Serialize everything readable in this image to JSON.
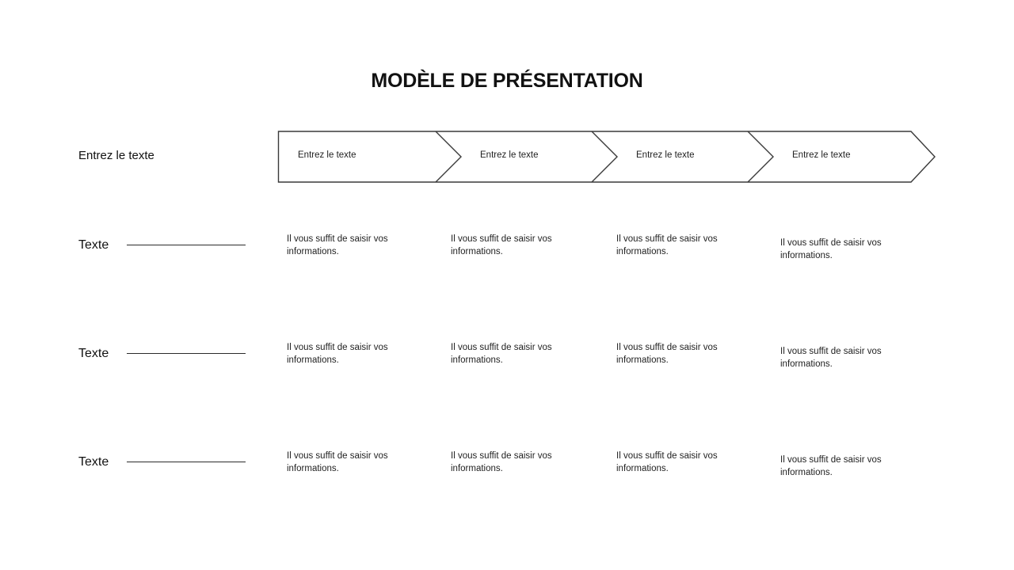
{
  "slide": {
    "title": "MODÈLE DE PRÉSENTATION",
    "background_color": "#ffffff",
    "text_color": "#111111",
    "line_color": "#3a3a3a"
  },
  "header": {
    "left_label": "Entrez le texte"
  },
  "process_band": {
    "steps": [
      {
        "label": "Entrez le texte"
      },
      {
        "label": "Entrez le texte"
      },
      {
        "label": "Entrez le texte"
      },
      {
        "label": "Entrez le texte"
      }
    ]
  },
  "rows": [
    {
      "label": "Texte",
      "cells": [
        "Il vous suffit de saisir vos informations.",
        "Il vous suffit de saisir vos informations.",
        "Il vous suffit de saisir vos informations.",
        "Il vous suffit de saisir vos informations."
      ]
    },
    {
      "label": "Texte",
      "cells": [
        "Il vous suffit de saisir vos informations.",
        "Il vous suffit de saisir vos informations.",
        "Il vous suffit de saisir vos informations.",
        "Il vous suffit de saisir vos informations."
      ]
    },
    {
      "label": "Texte",
      "cells": [
        "Il vous suffit de saisir vos informations.",
        "Il vous suffit de saisir vos informations.",
        "Il vous suffit de saisir vos informations.",
        "Il vous suffit de saisir vos informations."
      ]
    }
  ]
}
